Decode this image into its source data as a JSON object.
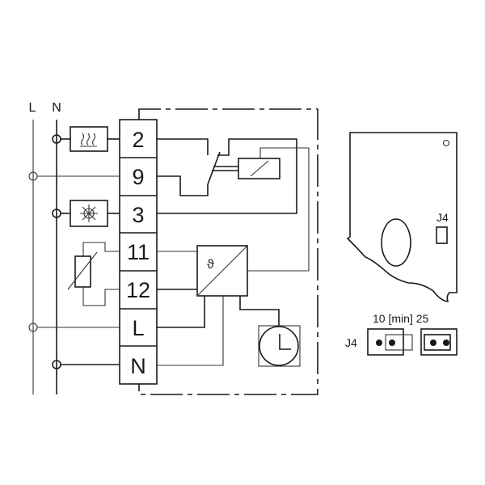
{
  "supply": {
    "line_label": "L",
    "neutral_label": "N"
  },
  "terminals": [
    "2",
    "9",
    "3",
    "11",
    "12",
    "L",
    "N"
  ],
  "components": {
    "heater_icon": "heating-icon",
    "cooling_icon": "snowflake-icon",
    "converter_symbol": "ϑ",
    "clock_icon": "clock-icon"
  },
  "jumper": {
    "board_label": "J4",
    "scale_label": "10 [min] 25",
    "setting_label": "J4"
  }
}
